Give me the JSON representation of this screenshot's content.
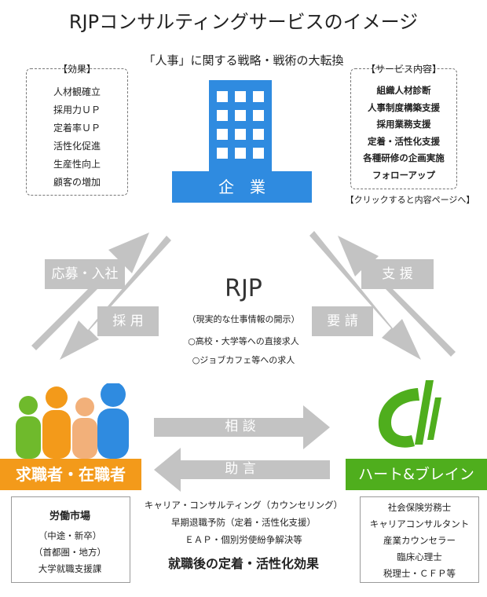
{
  "title": "RJPコンサルティングサービスのイメージ",
  "subtitle": "「人事」に関する戦略・戦術の大転換",
  "effects": {
    "heading": "【効果】",
    "items": [
      "人材観確立",
      "採用力ＵＰ",
      "定着率ＵＰ",
      "活性化促進",
      "生産性向上",
      "顧客の増加"
    ]
  },
  "services": {
    "heading": "【サービス内容】",
    "items": [
      "組織人材診断",
      "人事制度構築支援",
      "採用業務支援",
      "定着・活性化支援",
      "各種研修の企画実施",
      "フォローアップ"
    ],
    "link_note": "【クリックすると内容ページへ】"
  },
  "company": {
    "label": "企　業",
    "color": "#2f8be0"
  },
  "center": {
    "name": "RJP",
    "subtitle": "（現実的な仕事情報の開示）",
    "lines": [
      "○高校・大学等への直接求人",
      "○ジョブカフェ等への求人"
    ]
  },
  "arrows": {
    "apply": "応募・入社",
    "hire": "採 用",
    "support": "支 援",
    "request": "要 請",
    "consult": "相 談",
    "advice": "助 言"
  },
  "jobseekers": {
    "label": "求職者・在職者",
    "color": "#f39a1a"
  },
  "heartbrain": {
    "label": "ハート&ブレイン",
    "color": "#4fae1d"
  },
  "labor_market": {
    "heading": "労働市場",
    "items": [
      "（中途・新卒）",
      "（首都圏・地方）",
      "大学就職支援課"
    ]
  },
  "bottom_center": {
    "lines": [
      "キャリア・コンサルティング（カウンセリング）",
      "早期退職予防（定着・活性化支援）",
      "ＥＡＰ・個別労使紛争解決等"
    ],
    "emphasis": "就職後の定着・活性化効果"
  },
  "qualifications": {
    "items": [
      "社会保険労務士",
      "キャリアコンサルタント",
      "産業カウンセラー",
      "臨床心理士",
      "税理士・ＣＦＰ等"
    ]
  }
}
